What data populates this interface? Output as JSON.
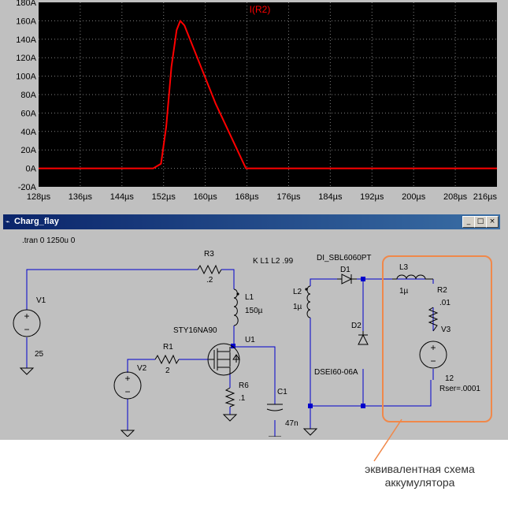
{
  "plot": {
    "trace_name": "I(R2)",
    "trace_color": "#ff0000",
    "y_ticks": [
      "180A",
      "160A",
      "140A",
      "120A",
      "100A",
      "80A",
      "60A",
      "40A",
      "20A",
      "0A",
      "-20A"
    ],
    "x_ticks": [
      "128µs",
      "136µs",
      "144µs",
      "152µs",
      "160µs",
      "168µs",
      "176µs",
      "184µs",
      "192µs",
      "200µs",
      "208µs",
      "216µs"
    ]
  },
  "chart_data": {
    "type": "line",
    "title": "I(R2)",
    "xlim": [
      128,
      216
    ],
    "ylim": [
      -20,
      180
    ],
    "x": [
      128,
      150,
      151.5,
      152.5,
      153.5,
      154.5,
      155.2,
      156,
      162,
      167.8,
      168.2,
      216
    ],
    "series": [
      {
        "name": "I(R2)",
        "values": [
          0,
          0,
          5,
          45,
          110,
          150,
          160,
          155,
          70,
          0,
          0,
          0
        ]
      }
    ],
    "grid": true
  },
  "schematic": {
    "window_title": "Charg_flay",
    "buttons": {
      "minimize": "_",
      "maximize": "□",
      "close": "×"
    },
    "directive": ".tran 0 1250u 0",
    "coupling": "K L1 L2 .99",
    "components": {
      "V1": {
        "name": "V1",
        "value": "25"
      },
      "R3": {
        "name": "R3",
        "value": ".2"
      },
      "L1": {
        "name": "L1",
        "value": "150µ"
      },
      "U1": {
        "name": "U1",
        "model": "STY16NA90"
      },
      "R1": {
        "name": "R1",
        "value": "2"
      },
      "V2": {
        "name": "V2"
      },
      "R6": {
        "name": "R6",
        "value": ".1"
      },
      "C1": {
        "name": "C1",
        "value": "47n"
      },
      "L2": {
        "name": "L2",
        "value": "1µ"
      },
      "D1": {
        "name": "D1",
        "model": "DI_SBL6060PT"
      },
      "D2": {
        "name": "D2",
        "model": "DSEI60-06A"
      },
      "L3": {
        "name": "L3",
        "value": "1µ"
      },
      "R2": {
        "name": "R2",
        "value": ".01"
      },
      "V3": {
        "name": "V3",
        "value": "12",
        "rser": "Rser=.0001"
      }
    },
    "wire_color": "#0000cc",
    "highlight_color": "#f0884a"
  },
  "annotation": {
    "line1": "эквивалентная схема",
    "line2": "аккумулятора"
  }
}
